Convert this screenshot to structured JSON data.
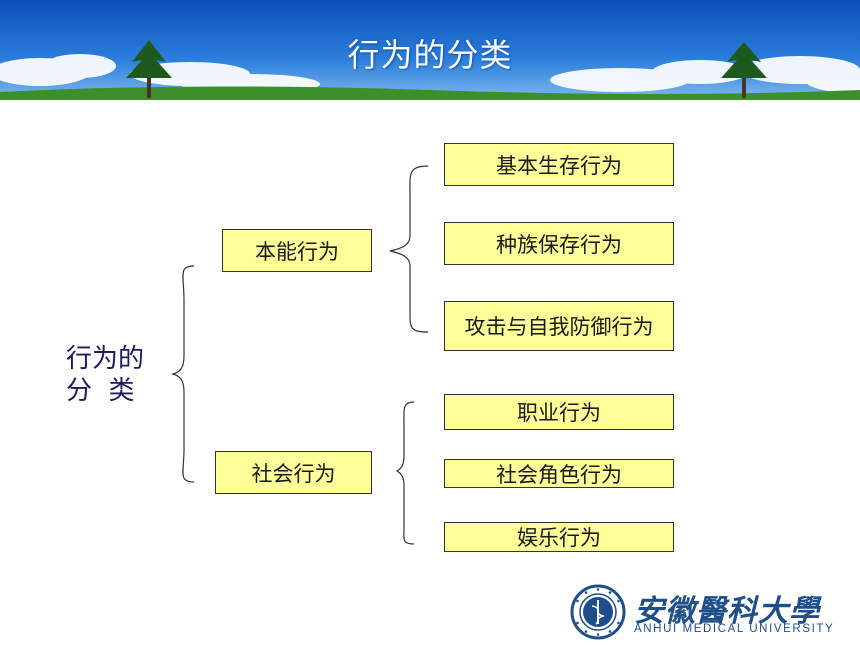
{
  "slide": {
    "title": "行为的分类"
  },
  "diagram": {
    "root": {
      "line1": "行为的",
      "line2": "分  类"
    },
    "groups": [
      {
        "label": "本能行为",
        "children": [
          "基本生存行为",
          "种族保存行为",
          "攻击与自我防御行为"
        ]
      },
      {
        "label": "社会行为",
        "children": [
          "职业行为",
          "社会角色行为",
          "娱乐行为"
        ]
      }
    ]
  },
  "logo": {
    "name_cn": "安徽醫科大學",
    "name_en": "ANHUI MEDICAL UNIVERSITY"
  },
  "colors": {
    "node_fill": "#ffff99",
    "title_text": "#ffffff",
    "root_text": "#1c1c60",
    "logo_blue": "#1f4f8a"
  }
}
